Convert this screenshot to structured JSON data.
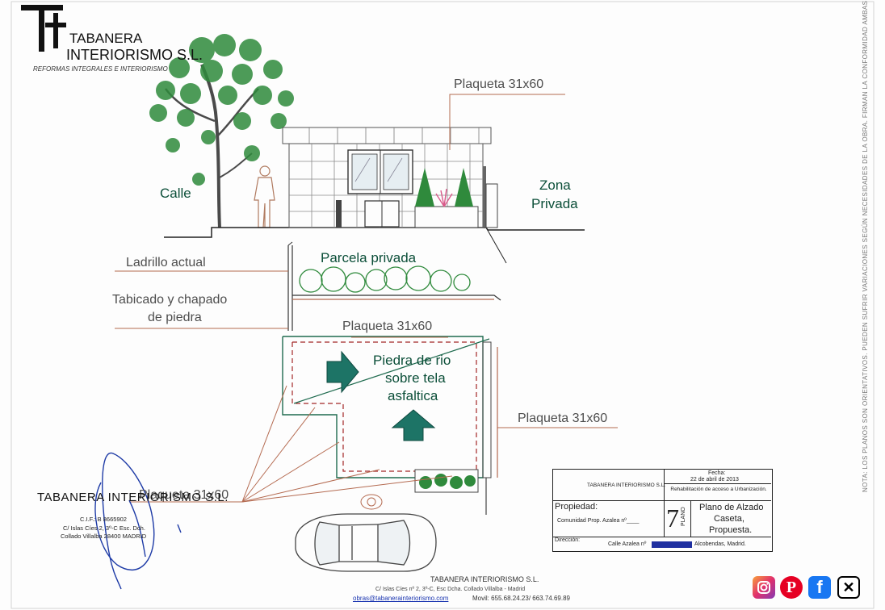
{
  "company": {
    "logo_mark": "TT",
    "name_line1": "TABANERA",
    "name_line2": "INTERIORISMO S.L.",
    "tagline": "REFORMAS INTEGRALES E INTERIORISMO"
  },
  "elevation": {
    "label_plaqueta_top": "Plaqueta 31x60",
    "label_calle": "Calle",
    "label_zona_privada_1": "Zona",
    "label_zona_privada_2": "Privada"
  },
  "plan": {
    "label_ladrillo": "Ladrillo actual",
    "label_parcela": "Parcela privada",
    "label_tabicado_1": "Tabicado y chapado",
    "label_tabicado_2": "de piedra",
    "label_plaqueta_mid": "Plaqueta 31x60",
    "label_piedra_1": "Piedra de rio",
    "label_piedra_2": "sobre tela",
    "label_piedra_3": "asfaltica",
    "label_plaqueta_right": "Plaqueta 31x60",
    "label_plaqueta_left": "Plaqueta 31x60"
  },
  "stamp": {
    "name": "TABANERA INTERIORISMO S.L.",
    "cif": "C.I.F.: B 8665902",
    "address": "C/ Islas Cíes 2, 3º-C Esc. Dch.",
    "city": "Collado Villalba 28400 MADRID"
  },
  "title_block": {
    "company": "TABANERA INTERIORISMO S.L.",
    "fecha_label": "Fecha:",
    "fecha_value": "22 de abril de 2013",
    "project": "Rehabilitación de acceso a Urbanización.",
    "propiedad_label": "Propiedad:",
    "propiedad_value": "Comunidad Prop. Azalea nº____",
    "plano_number": "7",
    "plano_label": "PLANO",
    "plano_title_1": "Plano de Alzado",
    "plano_title_2": "Caseta,",
    "plano_title_3": "Propuesta.",
    "direccion_label": "Dirección:",
    "direccion_value_a": "Calle Azalea nº",
    "direccion_value_b": "Alcobendas, Madrid."
  },
  "footer": {
    "company": "TABANERA INTERIORISMO S.L.",
    "address": "C/ Islas Cíes nº 2, 3º-C, Esc Dcha. Collado Villalba - Madrid",
    "email": "obras@tabanerainteriorismo.com",
    "phones": "Movil: 655.68.24.23/ 663.74.69.89"
  },
  "side_note": "NOTA: LOS PLANOS SON ORIENTATIVOS. PUEDEN SUFRIR VARIACIONES SEGÚN NECESIDADES DE LA OBRA. FIRMAN LA CONFORMIDAD AMBAS PARTES",
  "social": [
    "instagram-icon",
    "pinterest-icon",
    "facebook-icon",
    "x-icon"
  ],
  "colors": {
    "green_line": "#1f6b4f",
    "leader": "#b46a50",
    "arrow": "#1d7466",
    "dashed": "#a32626",
    "tree": "#2f8a3c"
  }
}
